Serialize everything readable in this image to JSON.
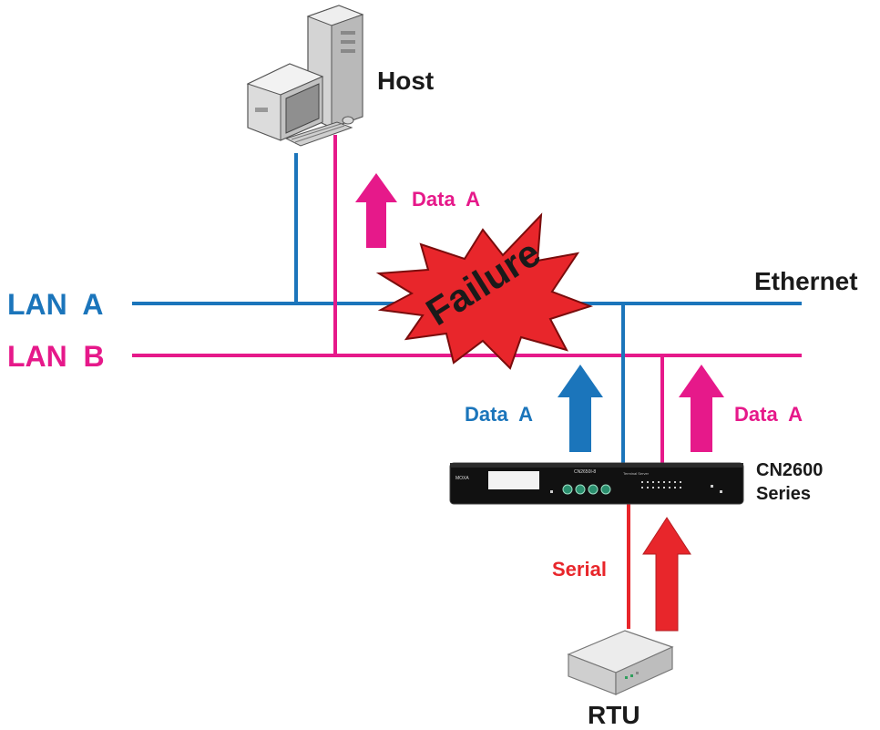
{
  "labels": {
    "host": "Host",
    "ethernet": "Ethernet",
    "lan_a": "LAN  A",
    "lan_b": "LAN  B",
    "failure": "Failure",
    "data_a_top": "Data  A",
    "data_a_left": "Data  A",
    "data_a_right": "Data  A",
    "device_name_1": "CN2600",
    "device_name_2": "Series",
    "serial": "Serial",
    "rtu": "RTU"
  },
  "device_panel": {
    "brand": "MOXA",
    "model": "CN2650I-8",
    "subtitle": "Terminal Server"
  },
  "colors": {
    "lan_a": "#1b75bb",
    "lan_b": "#e6198a",
    "serial": "#e8262b",
    "failure_fill": "#e8262b",
    "failure_text": "#1a1a1a",
    "text": "#1a1a1a",
    "device_body": "#111111"
  },
  "icons": {
    "host": "desktop-computer-icon",
    "device": "terminal-server-icon",
    "rtu": "rtu-device-icon",
    "failure": "explosion-burst-icon"
  }
}
